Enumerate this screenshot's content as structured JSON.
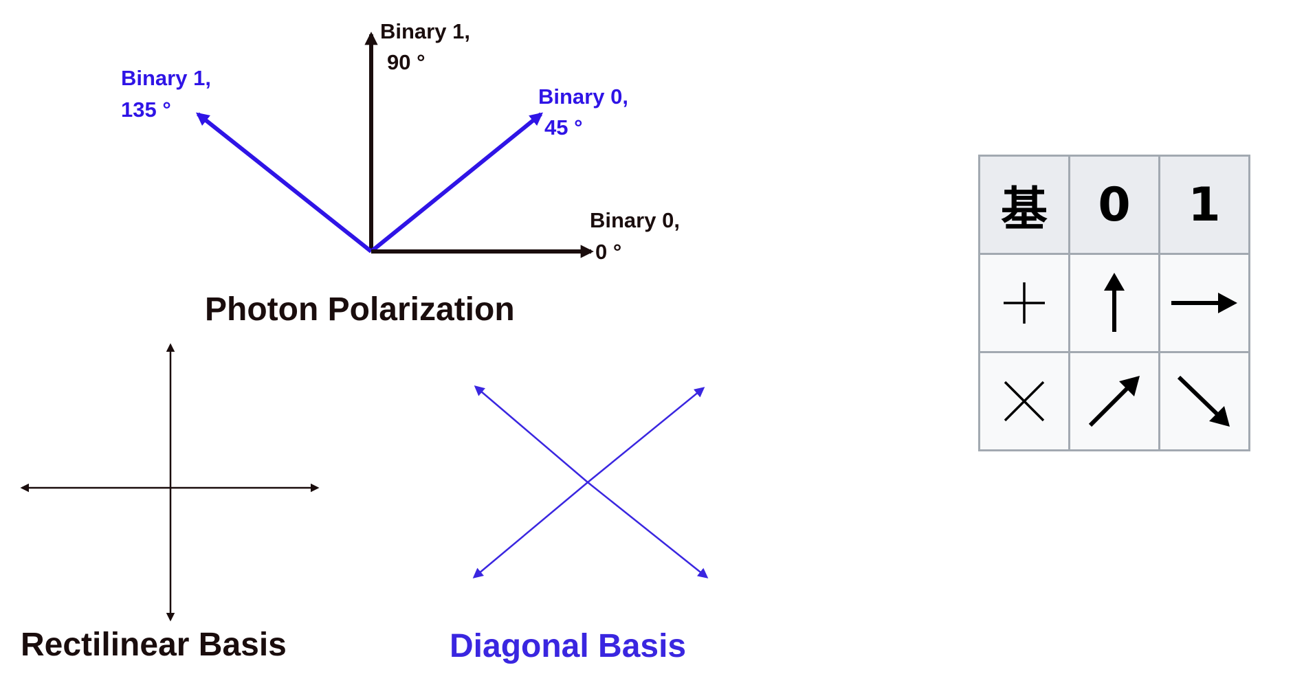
{
  "polarization": {
    "title": "Photon Polarization",
    "vectors": [
      {
        "line1": "Binary 1,",
        "line2": "90 °",
        "angle_deg": 90,
        "color": "#1a0d0d"
      },
      {
        "line1": "Binary 1,",
        "line2": "135 °",
        "angle_deg": 135,
        "color": "#2f14e6"
      },
      {
        "line1": "Binary 0,",
        "line2": "45 °",
        "angle_deg": 45,
        "color": "#2f14e6"
      },
      {
        "line1": "Binary 0,",
        "line2": "0 °",
        "angle_deg": 0,
        "color": "#1a0d0d"
      }
    ]
  },
  "bases": {
    "rectilinear_label": "Rectilinear Basis",
    "diagonal_label": "Diagonal Basis",
    "rectilinear_color": "#1a0d0d",
    "diagonal_color": "#3a26e0"
  },
  "table": {
    "headers": [
      "基",
      "0",
      "1"
    ],
    "rows": [
      {
        "basis": "plus-icon",
        "zero": "arrow-up-icon",
        "one": "arrow-right-icon"
      },
      {
        "basis": "cross-icon",
        "zero": "arrow-up-right-icon",
        "one": "arrow-down-right-icon"
      }
    ]
  }
}
